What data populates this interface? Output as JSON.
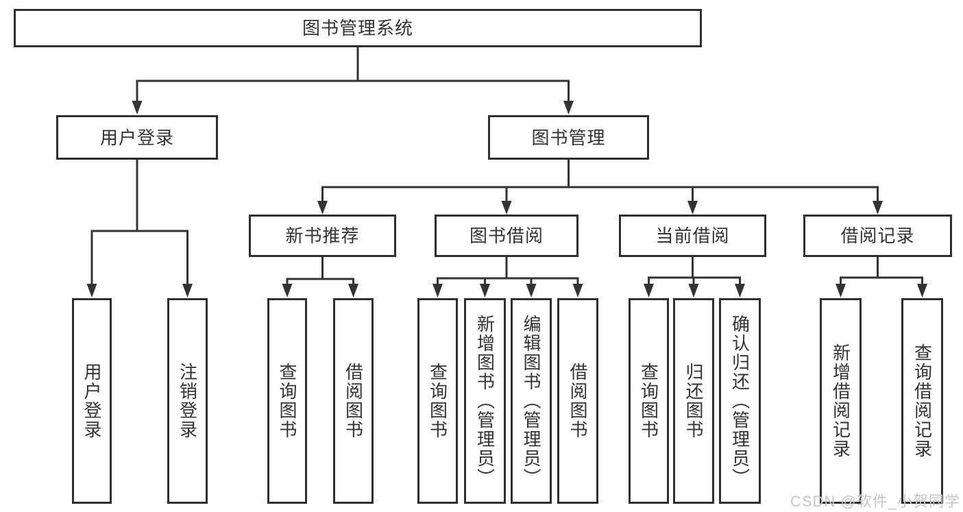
{
  "tree": {
    "root": {
      "label": "图书管理系统"
    },
    "branches": [
      {
        "label": "用户登录",
        "children": [
          {
            "label": "用户登录"
          },
          {
            "label": "注销登录"
          }
        ]
      },
      {
        "label": "图书管理",
        "children": [
          {
            "label": "新书推荐",
            "children": [
              {
                "label": "查询图书"
              },
              {
                "label": "借阅图书"
              }
            ]
          },
          {
            "label": "图书借阅",
            "children": [
              {
                "label": "查询图书"
              },
              {
                "label": "新增图书（管理员）"
              },
              {
                "label": "编辑图书（管理员）"
              },
              {
                "label": "借阅图书"
              }
            ]
          },
          {
            "label": "当前借阅",
            "children": [
              {
                "label": "查询图书"
              },
              {
                "label": "归还图书"
              },
              {
                "label": "确认归还（管理员）"
              }
            ]
          },
          {
            "label": "借阅记录",
            "children": [
              {
                "label": "新增借阅记录"
              },
              {
                "label": "查询借阅记录"
              }
            ]
          }
        ]
      }
    ]
  },
  "watermark": {
    "text": "CSDN @软件_小贺同学"
  },
  "colors": {
    "line": "#333333",
    "box_border": "#2f2f2f",
    "text": "#333333",
    "watermark": "#c6c6c6",
    "background": "#ffffff"
  }
}
